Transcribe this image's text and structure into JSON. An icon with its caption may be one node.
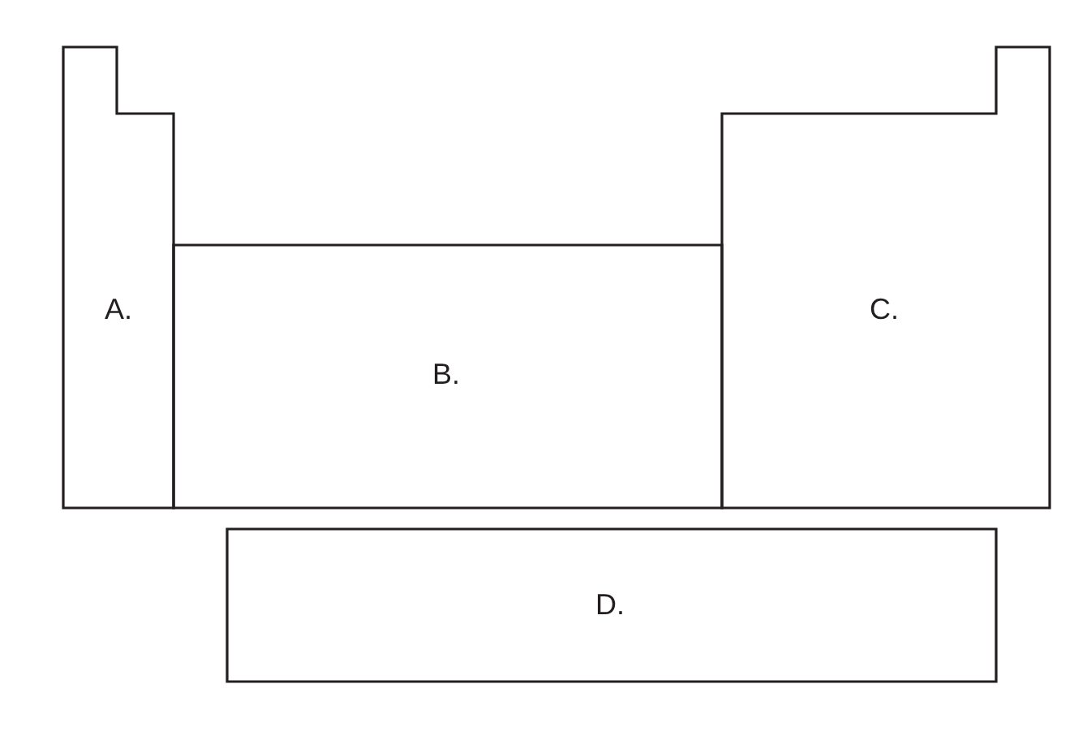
{
  "diagram": {
    "nodes": [
      {
        "text": [
          "A."
        ]
      },
      {
        "text": [
          "B."
        ]
      },
      {
        "text": [
          "C."
        ]
      },
      {
        "text": [
          "D."
        ]
      }
    ]
  }
}
